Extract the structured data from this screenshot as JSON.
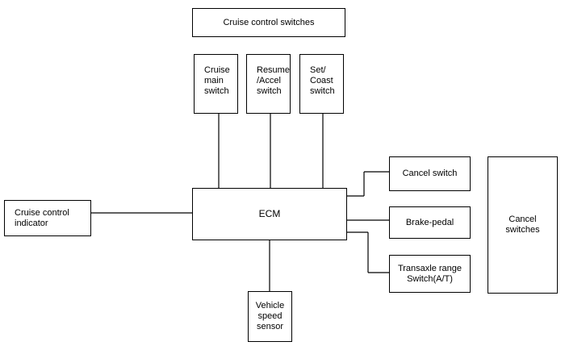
{
  "diagram": {
    "cruise_control_switches": "Cruise control switches",
    "cruise_main_switch": "Cruise\nmain\nswitch",
    "resume_accel_switch": "Resume\n/Accel\nswitch",
    "set_coast_switch": "Set/\nCoast\nswitch",
    "ecm": "ECM",
    "cruise_control_indicator": "Cruise control\nindicator",
    "vehicle_speed_sensor": "Vehicle\nspeed\nsensor",
    "cancel_switch": "Cancel switch",
    "brake_pedal": "Brake-pedal",
    "transaxle_range_switch": "Transaxle range\nSwitch(A/T)",
    "cancel_switches": "Cancel\nswitches"
  }
}
